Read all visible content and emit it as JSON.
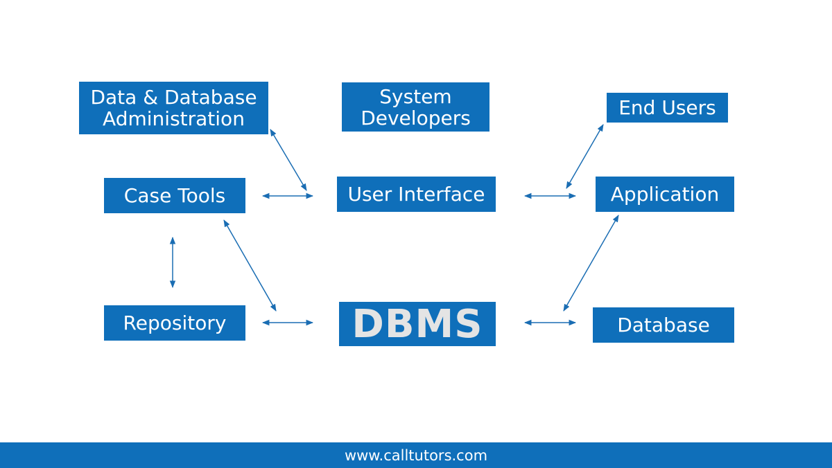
{
  "nodes": {
    "data_db_admin": {
      "line1": "Data & Database",
      "line2": "Administration"
    },
    "system_developers": {
      "line1": "System",
      "line2": "Developers"
    },
    "end_users": "End Users",
    "case_tools": "Case Tools",
    "user_interface": "User Interface",
    "application": "Application",
    "repository": "Repository",
    "dbms": "DBMS",
    "database": "Database"
  },
  "footer": {
    "url": "www.calltutors.com"
  },
  "colors": {
    "box": "#0f6fba",
    "arrow": "#1a6db3",
    "dbms_text": "#e4e4e4"
  }
}
